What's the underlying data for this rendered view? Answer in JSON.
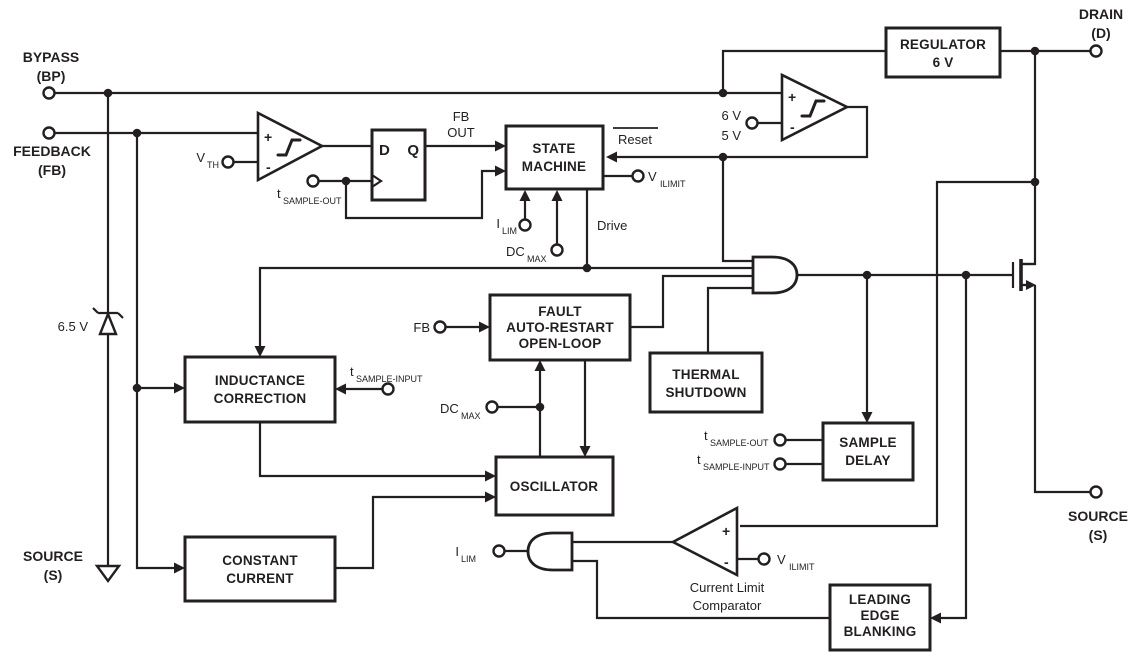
{
  "colors": {
    "ink": "#231f20",
    "background": "#ffffff"
  },
  "pins": {
    "bypass": {
      "line1": "BYPASS",
      "line2": "(BP)"
    },
    "feedback": {
      "line1": "FEEDBACK",
      "line2": "(FB)"
    },
    "source_left": {
      "line1": "SOURCE",
      "line2": "(S)"
    },
    "drain": {
      "line1": "DRAIN",
      "line2": "(D)"
    },
    "source_right": {
      "line1": "SOURCE",
      "line2": "(S)"
    }
  },
  "blocks": {
    "regulator": {
      "line1": "REGULATOR",
      "line2": "6 V"
    },
    "state_machine": {
      "line1": "STATE",
      "line2": "MACHINE"
    },
    "fault": {
      "line1": "FAULT",
      "line2": "AUTO-RESTART",
      "line3": "OPEN-LOOP"
    },
    "thermal": {
      "line1": "THERMAL",
      "line2": "SHUTDOWN"
    },
    "inductance": {
      "line1": "INDUCTANCE",
      "line2": "CORRECTION"
    },
    "oscillator": {
      "line1": "OSCILLATOR"
    },
    "constant_current": {
      "line1": "CONSTANT",
      "line2": "CURRENT"
    },
    "sample_delay": {
      "line1": "SAMPLE",
      "line2": "DELAY"
    },
    "leb": {
      "line1": "LEADING",
      "line2": "EDGE",
      "line3": "BLANKING"
    }
  },
  "flipflop": {
    "d": "D",
    "q": "Q"
  },
  "signals": {
    "plus": "+",
    "minus": "-",
    "vth": {
      "main": "V",
      "sub": "TH"
    },
    "tsample_out_ff": {
      "main": "t",
      "sub": "SAMPLE-OUT"
    },
    "fb_out": {
      "line1": "FB",
      "line2": "OUT"
    },
    "reset": "Reset",
    "vilimit_sm": {
      "main": "V",
      "sub": "ILIMIT"
    },
    "ilim_sm": {
      "main": "I",
      "sub": "LIM"
    },
    "dcmax_sm": {
      "main": "DC",
      "sub": "MAX"
    },
    "drive": "Drive",
    "fb_fault": "FB",
    "dcmax_osc": {
      "main": "DC",
      "sub": "MAX"
    },
    "tsample_input_ic": {
      "main": "t",
      "sub": "SAMPLE-INPUT"
    },
    "tsample_out_sd": {
      "main": "t",
      "sub": "SAMPLE-OUT"
    },
    "tsample_input_sd": {
      "main": "t",
      "sub": "SAMPLE-INPUT"
    },
    "ilim_gate": {
      "main": "I",
      "sub": "LIM"
    },
    "vilimit_comp": {
      "main": "V",
      "sub": "ILIMIT"
    },
    "comp2_ref1": "6 V",
    "comp2_ref2": "5 V",
    "zener": "6.5 V",
    "current_limit_comp": {
      "line1": "Current Limit",
      "line2": "Comparator"
    }
  }
}
